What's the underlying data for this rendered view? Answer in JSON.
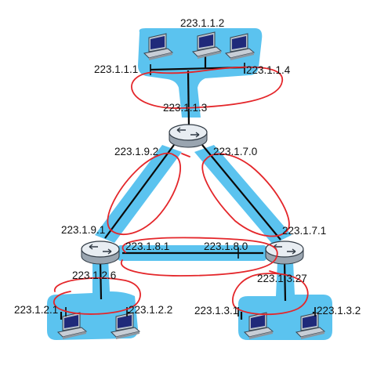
{
  "colors": {
    "subnet": "#5bc3ef",
    "wire": "#0a0a0a",
    "annotation": "#e4262a",
    "router_body": "#e8edf2"
  },
  "labels": {
    "top_host_mid": "223.1.1.2",
    "top_host_left": "223.1.1.1",
    "top_host_right": "223.1.1.4",
    "top_router_if": "223.1.1.3",
    "top_router_left_link": "223.1.9.2",
    "top_router_right_link": "223.1.7.0",
    "left_router_up_link": "223.1.9.1",
    "left_router_right_link": "223.1.8.1",
    "right_router_left_link": "223.1.8.0",
    "right_router_up_link": "223.1.7.1",
    "left_router_lan": "223.1.2.6",
    "right_router_lan": "223.1.3.27",
    "bl_host_left": "223.1.2.1",
    "bl_host_right": "223.1.2.2",
    "br_host_left": "223.1.3.1",
    "br_host_right": "223.1.3.2"
  },
  "icons": {
    "router": "router-icon",
    "host": "computer-icon"
  }
}
